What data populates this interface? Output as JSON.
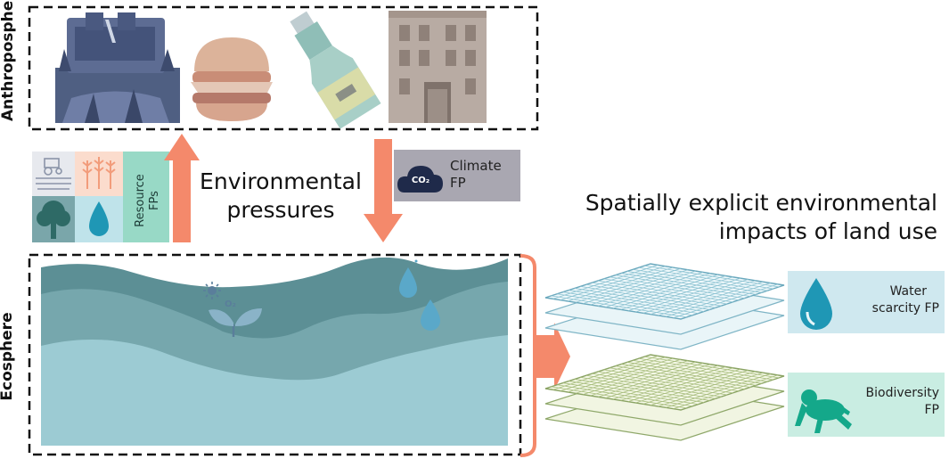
{
  "anthroposphere_label": "Anthroposphere",
  "ecosphere_label": "Ecosphere",
  "center_label": {
    "line1": "Environmental",
    "line2": "pressures"
  },
  "resource_box": {
    "line1": "Resource",
    "line2": "FPs"
  },
  "climate_box": {
    "co2": "CO₂",
    "line1": "Climate",
    "line2": "FP"
  },
  "o2_label": "O₂",
  "right_title": {
    "line1": "Spatially explicit environmental",
    "line2": "impacts of land use"
  },
  "water_box": {
    "line1": "Water",
    "line2": "scarcity FP"
  },
  "biodiversity_box": {
    "line1": "Biodiversity",
    "line2": "FP"
  },
  "colors": {
    "arrow": "#f4896b",
    "teal_dark": "#5c8f95",
    "teal_light": "#9ccbd3",
    "water_panel": "#cfe8ef",
    "bio_panel": "#c9ede2",
    "climate_panel": "#a9a7b1"
  },
  "icons": [
    "tractor-icon",
    "burger-icon",
    "bottle-icon",
    "building-icon",
    "cloud-co2-icon",
    "tree-icon",
    "water-drop-icon",
    "wheat-icon",
    "field-tractor-icon",
    "plant-icon",
    "frog-icon",
    "grid-layers-icon"
  ]
}
